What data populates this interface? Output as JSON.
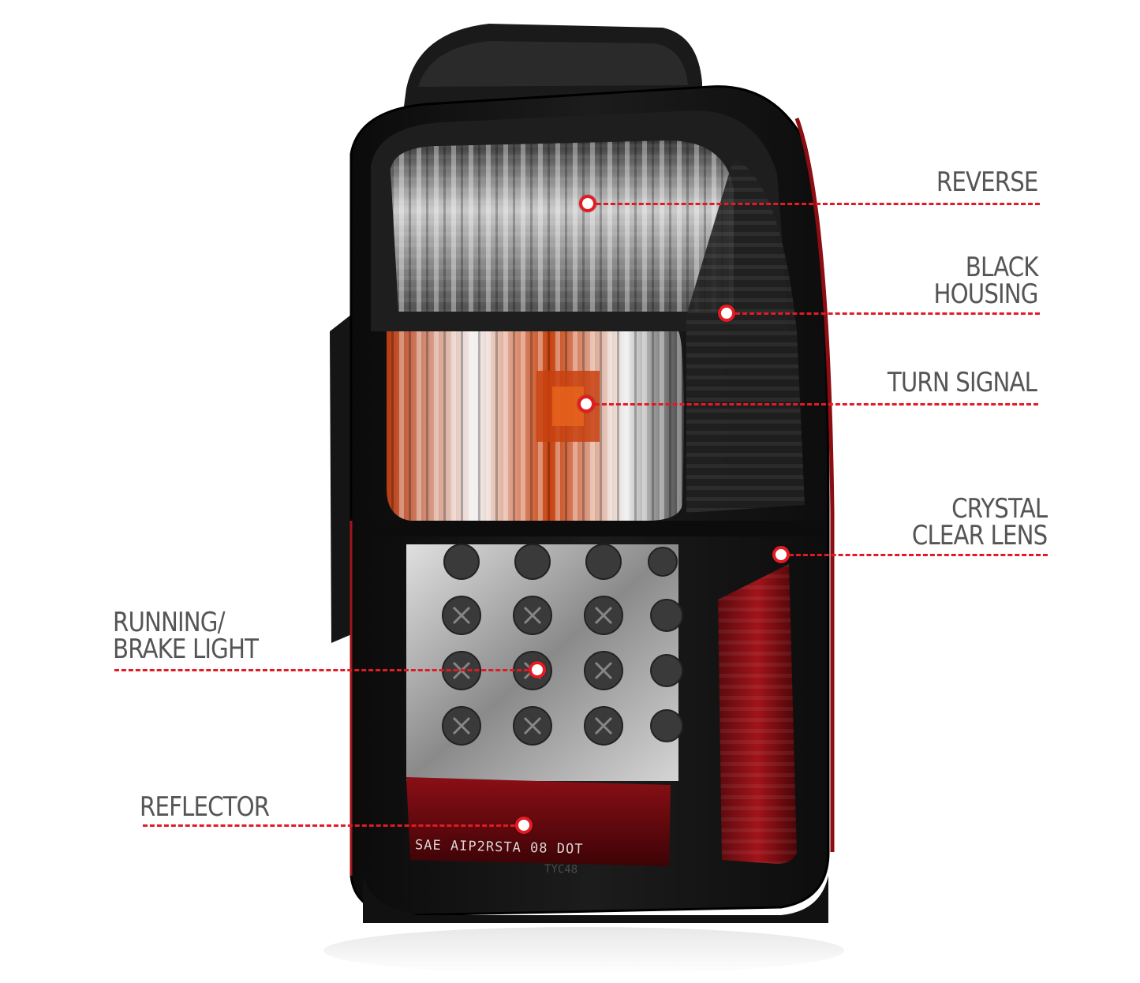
{
  "figure": {
    "subject": "LED tail light assembly",
    "accent_color": "#e01b24",
    "label_color": "#555555"
  },
  "callouts": [
    {
      "id": "reverse",
      "text": "REVERSE",
      "lines": [
        "REVERSE"
      ],
      "side": "right"
    },
    {
      "id": "black-housing",
      "text": "BLACK HOUSING",
      "lines": [
        "BLACK",
        "HOUSING"
      ],
      "side": "right"
    },
    {
      "id": "turn-signal",
      "text": "TURN SIGNAL",
      "lines": [
        "TURN SIGNAL"
      ],
      "side": "right"
    },
    {
      "id": "crystal-clear-lens",
      "text": "CRYSTAL CLEAR LENS",
      "lines": [
        "CRYSTAL",
        "CLEAR LENS"
      ],
      "side": "right"
    },
    {
      "id": "running-brake-light",
      "text": "RUNNING/ BRAKE LIGHT",
      "lines": [
        "RUNNING/",
        "BRAKE LIGHT"
      ],
      "side": "left"
    },
    {
      "id": "reflector",
      "text": "REFLECTOR",
      "lines": [
        "REFLECTOR"
      ],
      "side": "left"
    }
  ],
  "embossed_text": {
    "line1": "SAE AIP2RSTA 08 DOT",
    "line2": "TYC48"
  }
}
